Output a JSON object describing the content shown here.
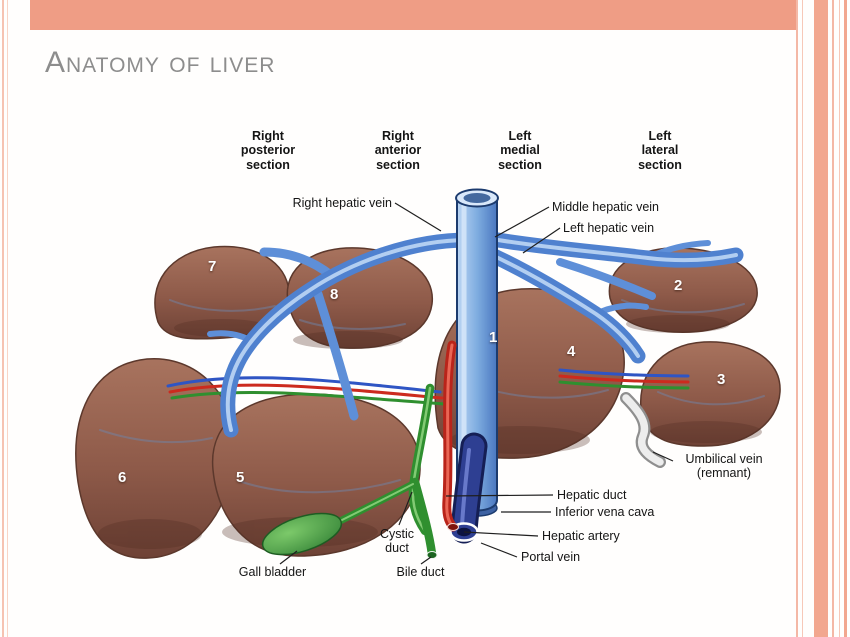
{
  "slide": {
    "title": "Anatomy of liver"
  },
  "sections": [
    {
      "label": "Right\nposterior\nsection"
    },
    {
      "label": "Right\nanterior\nsection"
    },
    {
      "label": "Left\nmedial\nsection"
    },
    {
      "label": "Left\nlateral\nsection"
    }
  ],
  "segments": [
    {
      "n": "7"
    },
    {
      "n": "8"
    },
    {
      "n": "2"
    },
    {
      "n": "1"
    },
    {
      "n": "4"
    },
    {
      "n": "3"
    },
    {
      "n": "6"
    },
    {
      "n": "5"
    }
  ],
  "labels": {
    "right_hepatic_vein": "Right hepatic vein",
    "middle_hepatic_vein": "Middle hepatic vein",
    "left_hepatic_vein": "Left hepatic vein",
    "umbilical_vein": "Umbilical vein\n(remnant)",
    "hepatic_duct": "Hepatic duct",
    "inferior_vena_cava": "Inferior vena cava",
    "hepatic_artery": "Hepatic artery",
    "portal_vein": "Portal vein",
    "cystic_duct": "Cystic\nduct",
    "gall_bladder": "Gall bladder",
    "bile_duct": "Bile duct"
  },
  "colors": {
    "accent_salmon": "#ef9d85",
    "stripe_light": "#f2a78f",
    "title_gray": "#8d8d8d",
    "liver_brown": "#8e5a49",
    "vein_blue": "#5e8fd8",
    "artery_red": "#b9241a",
    "duct_green": "#2f8f2f",
    "portal_navy": "#2e3f92",
    "gallbladder_green": "#3f9a3c"
  }
}
